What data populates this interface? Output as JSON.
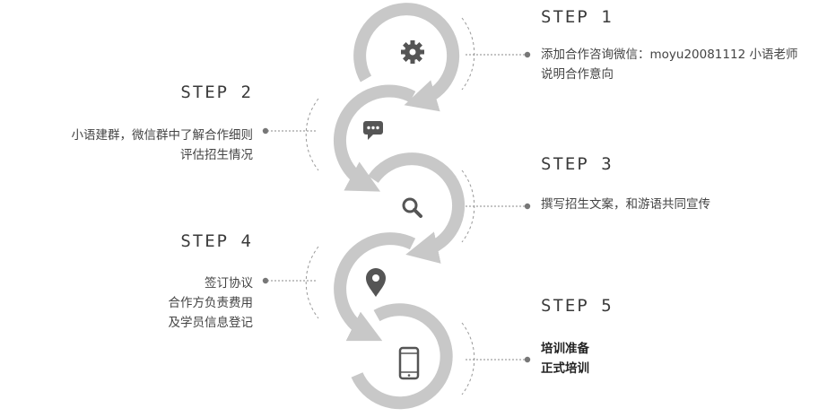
{
  "steps": [
    {
      "title": "STEP 1",
      "lines": [
        "添加合作咨询微信：moyu20081112 小语老师",
        "说明合作意向"
      ],
      "icon": "gear-icon"
    },
    {
      "title": "STEP 2",
      "lines": [
        "小语建群，微信群中了解合作细则",
        "评估招生情况"
      ],
      "icon": "chat-icon"
    },
    {
      "title": "STEP 3",
      "lines": [
        "撰写招生文案，和游语共同宣传"
      ],
      "icon": "search-icon"
    },
    {
      "title": "STEP 4",
      "lines": [
        "签订协议",
        "合作方负责费用",
        "及学员信息登记"
      ],
      "icon": "location-pin-icon"
    },
    {
      "title": "STEP 5",
      "lines": [
        "培训准备",
        "正式培训"
      ],
      "icon": "mobile-phone-icon"
    }
  ],
  "colors": {
    "ring": "#c8c8c8",
    "icon": "#555555",
    "connector": "#888888",
    "dashed_arc": "#999999"
  }
}
